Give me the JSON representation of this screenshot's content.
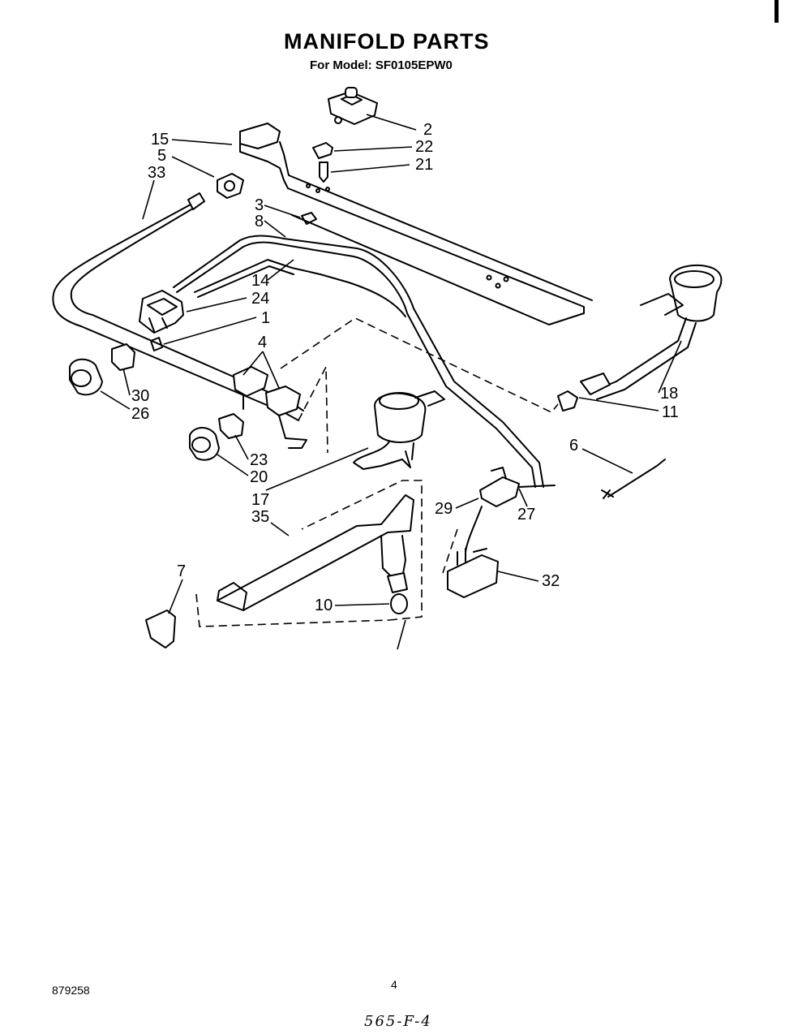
{
  "header": {
    "title": "MANIFOLD PARTS",
    "subtitle": "For Model: SF0105EPW0"
  },
  "callouts": [
    {
      "id": "c-15",
      "label": "15"
    },
    {
      "id": "c-5",
      "label": "5"
    },
    {
      "id": "c-33",
      "label": "33"
    },
    {
      "id": "c-2",
      "label": "2"
    },
    {
      "id": "c-22",
      "label": "22"
    },
    {
      "id": "c-21",
      "label": "21"
    },
    {
      "id": "c-3",
      "label": "3"
    },
    {
      "id": "c-8",
      "label": "8"
    },
    {
      "id": "c-14",
      "label": "14"
    },
    {
      "id": "c-24",
      "label": "24"
    },
    {
      "id": "c-1",
      "label": "1"
    },
    {
      "id": "c-4",
      "label": "4"
    },
    {
      "id": "c-30",
      "label": "30"
    },
    {
      "id": "c-26",
      "label": "26"
    },
    {
      "id": "c-18",
      "label": "18"
    },
    {
      "id": "c-11",
      "label": "11"
    },
    {
      "id": "c-23",
      "label": "23"
    },
    {
      "id": "c-20",
      "label": "20"
    },
    {
      "id": "c-6",
      "label": "6"
    },
    {
      "id": "c-17",
      "label": "17"
    },
    {
      "id": "c-35",
      "label": "35"
    },
    {
      "id": "c-29",
      "label": "29"
    },
    {
      "id": "c-27",
      "label": "27"
    },
    {
      "id": "c-7",
      "label": "7"
    },
    {
      "id": "c-32",
      "label": "32"
    },
    {
      "id": "c-10",
      "label": "10"
    }
  ],
  "footer": {
    "doc_number": "879258",
    "page_number": "4",
    "handwritten_note": "565-F-4"
  }
}
